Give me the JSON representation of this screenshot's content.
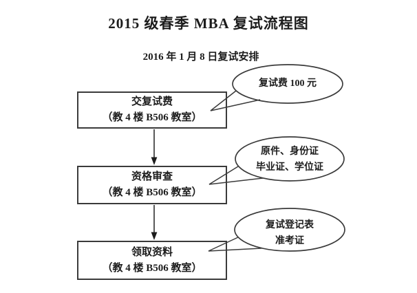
{
  "page": {
    "background_color": "#ffffff",
    "ink_color": "#1c1c1c",
    "line_color": "#3a3a3a"
  },
  "title": "2015 级春季 MBA 复试流程图",
  "subtitle": "2016 年 1 月 8 日复试安排",
  "flow": {
    "steps": [
      {
        "name": "交复试费",
        "location": "（教 4 楼 B506 教室）",
        "callout": {
          "lines": [
            "复试费 100 元"
          ]
        }
      },
      {
        "name": "资格审查",
        "location": "（教 4 楼 B506 教室）",
        "callout": {
          "lines": [
            "原件、身份证",
            "毕业证、学位证"
          ]
        }
      },
      {
        "name": "领取资料",
        "location": "（教 4 楼 B506 教室）",
        "callout": {
          "lines": [
            "复试登记表",
            "准考证"
          ]
        }
      }
    ]
  }
}
